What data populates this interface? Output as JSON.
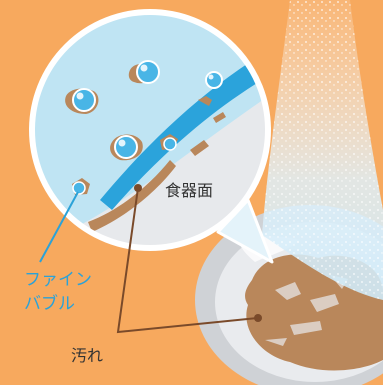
{
  "labels": {
    "dish_surface": "食器面",
    "fine_bubble": "ファイン\nバブル",
    "dirt": "汚れ"
  },
  "colors": {
    "background": "#f7a95e",
    "bubble_water": "#bfe4f3",
    "dish_surface": "#e7e9ec",
    "water_band": "#2ba3db",
    "dirt": "#b9875b",
    "bubble_fill": "#49b5e6",
    "leader_line": "#7a4a2a",
    "bubble_label": "#2ba2d8",
    "text": "#333333"
  },
  "icons": [
    "fine-bubble-icon",
    "shower-spray-icon",
    "bowl-icon"
  ]
}
